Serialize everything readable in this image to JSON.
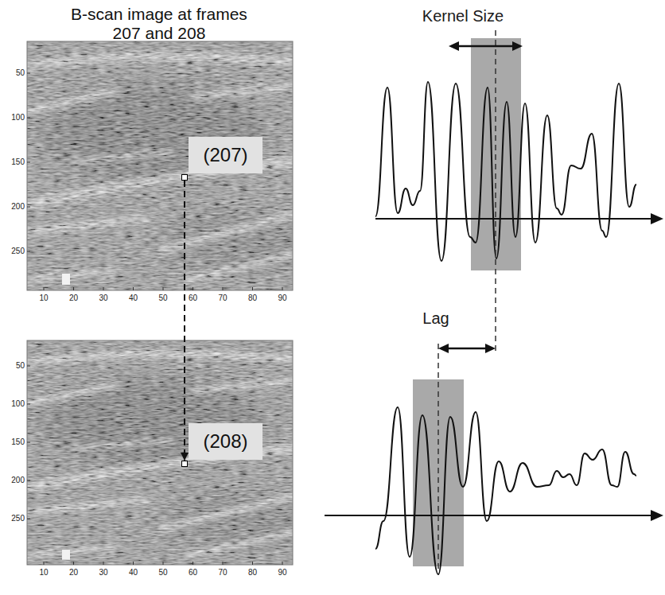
{
  "diagram": {
    "title": "B-scan image at frames 207 and 208",
    "nodes": [
      {
        "text": [
          "(207)"
        ]
      },
      {
        "text": [
          "(208)"
        ]
      }
    ],
    "edges": [
      {
        "from": 0,
        "to": 1,
        "arrow": "to"
      }
    ],
    "labels": [
      "50",
      "100",
      "150",
      "200",
      "250",
      "10",
      "20",
      "30",
      "40",
      "50",
      "60",
      "70",
      "80",
      "90",
      "50",
      "100",
      "150",
      "200",
      "250",
      "10",
      "20",
      "30",
      "40",
      "50",
      "60",
      "70",
      "80",
      "90",
      "Kernel Size",
      "Lag"
    ]
  }
}
